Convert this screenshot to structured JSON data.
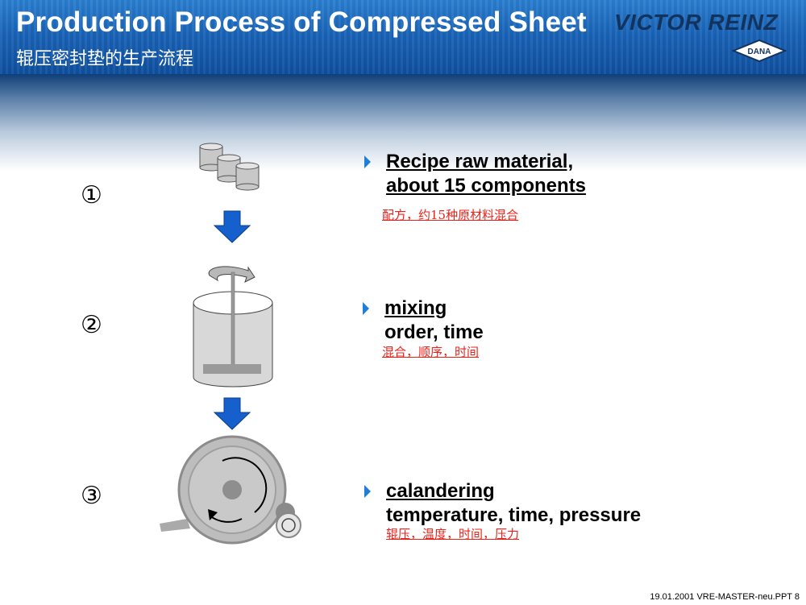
{
  "header": {
    "title": "Production Process of Compressed Sheet",
    "subtitle": "辊压密封垫的生产流程",
    "brand": "VICTOR REINZ",
    "logo_text": "DANA"
  },
  "steps": [
    {
      "number": "①",
      "line1": "Recipe  raw material,",
      "line2": "about 15 components",
      "cn": "配方，约15种原材料混合"
    },
    {
      "number": "②",
      "line1": "mixing",
      "line2": "order, time",
      "cn": "混合，顺序，时间"
    },
    {
      "number": "③",
      "line1": "calandering",
      "line2": "temperature, time, pressure",
      "cn": "辊压，温度，时间，压力"
    }
  ],
  "footer": "19.01.2001 VRE-MASTER-neu.PPT 8",
  "colors": {
    "header_blue": "#1a64b8",
    "bullet": "#1f7fd4",
    "cn_text": "#e8231b",
    "arrow": "#1560cc"
  }
}
